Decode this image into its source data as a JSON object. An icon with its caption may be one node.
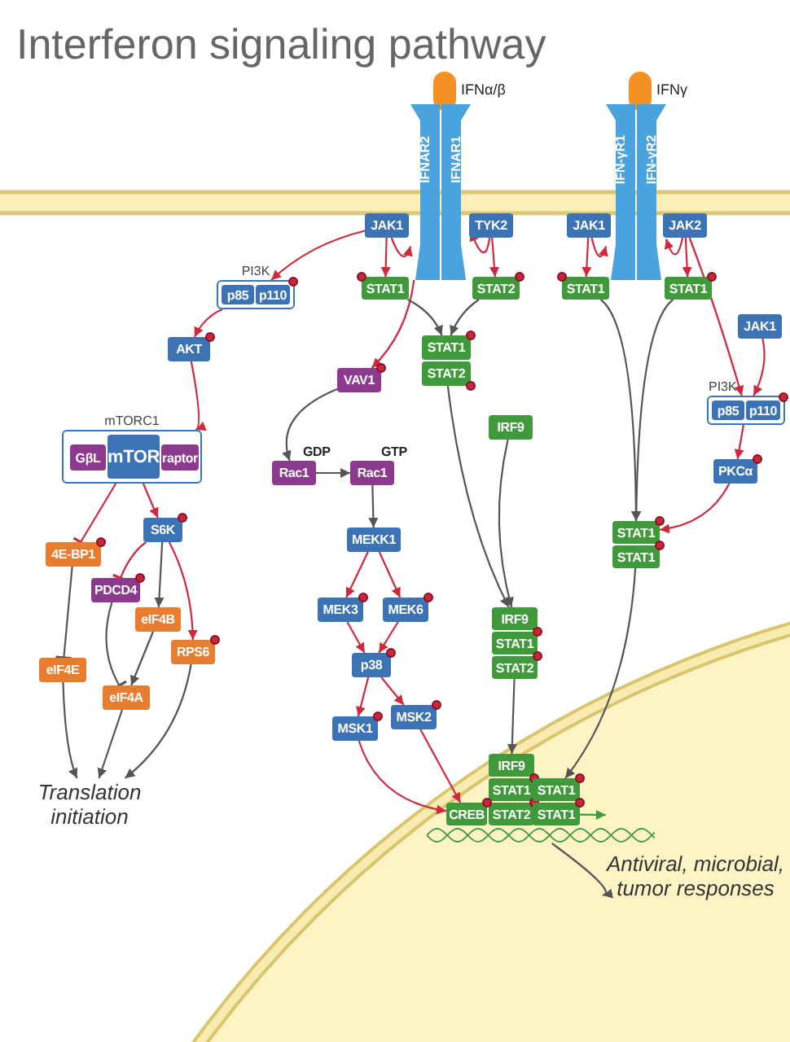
{
  "diagram": {
    "title": "Interferon signaling pathway",
    "nodes": [
      {
        "text": [
          "IFNAR2"
        ]
      },
      {
        "text": [
          "IFNAR1"
        ]
      },
      {
        "text": [
          "IFN-γR1"
        ]
      },
      {
        "text": [
          "IFN-γR2"
        ]
      },
      {
        "text": [
          "JAK1"
        ]
      },
      {
        "text": [
          "TYK2"
        ]
      },
      {
        "text": [
          "STAT1"
        ]
      },
      {
        "text": [
          "STAT2"
        ]
      },
      {
        "text": [
          "JAK1"
        ]
      },
      {
        "text": [
          "JAK2"
        ]
      },
      {
        "text": [
          "STAT1"
        ]
      },
      {
        "text": [
          "STAT1"
        ]
      },
      {
        "text": [
          "PI3K"
        ]
      },
      {
        "text": [
          "p85"
        ],
        "in": 12
      },
      {
        "text": [
          "p110"
        ],
        "in": 12
      },
      {
        "text": [
          "AKT"
        ]
      },
      {
        "text": [
          "mTORC1"
        ]
      },
      {
        "text": [
          "GβL"
        ],
        "in": 16
      },
      {
        "text": [
          "mTOR"
        ],
        "in": 16
      },
      {
        "text": [
          "raptor"
        ],
        "in": 16
      },
      {
        "text": [
          "VAV1"
        ]
      },
      {
        "text": [
          "STAT1"
        ]
      },
      {
        "text": [
          "STAT2"
        ]
      },
      {
        "text": [
          "IRF9"
        ]
      },
      {
        "text": [
          "Rac1"
        ],
        "beside": [
          "GDP"
        ]
      },
      {
        "text": [
          "Rac1"
        ],
        "beside": [
          "GTP"
        ]
      },
      {
        "text": [
          "S6K"
        ]
      },
      {
        "text": [
          "4E-BP1"
        ]
      },
      {
        "text": [
          "PDCD4"
        ]
      },
      {
        "text": [
          "eIF4B"
        ]
      },
      {
        "text": [
          "RPS6"
        ]
      },
      {
        "text": [
          "eIF4E"
        ]
      },
      {
        "text": [
          "eIF4A"
        ]
      },
      {
        "text": [
          "Translation initiation"
        ]
      },
      {
        "text": [
          "MEKK1"
        ]
      },
      {
        "text": [
          "MEK3"
        ]
      },
      {
        "text": [
          "MEK6"
        ]
      },
      {
        "text": [
          "p38"
        ]
      },
      {
        "text": [
          "MSK1"
        ]
      },
      {
        "text": [
          "MSK2"
        ]
      },
      {
        "text": [
          "IRF9"
        ]
      },
      {
        "text": [
          "STAT1"
        ]
      },
      {
        "text": [
          "STAT2"
        ]
      },
      {
        "text": [
          "JAK1"
        ]
      },
      {
        "text": [
          "PI3K"
        ]
      },
      {
        "text": [
          "p85"
        ],
        "in": 44
      },
      {
        "text": [
          "p110"
        ],
        "in": 44
      },
      {
        "text": [
          "PKCα"
        ]
      },
      {
        "text": [
          "STAT1"
        ]
      },
      {
        "text": [
          "STAT1"
        ]
      },
      {
        "text": [
          "IRF9"
        ]
      },
      {
        "text": [
          "STAT1"
        ]
      },
      {
        "text": [
          "STAT2"
        ]
      },
      {
        "text": [
          "STAT1"
        ]
      },
      {
        "text": [
          "STAT1"
        ]
      },
      {
        "text": [
          "CREB"
        ]
      },
      {
        "text": [
          "Antiviral, microbial, tumor responses"
        ]
      },
      {
        "text": [],
        "shape": "helix"
      }
    ],
    "edges": [
      {
        "from": 4,
        "to": 12,
        "arrow": "to"
      },
      {
        "from": 12,
        "to": 15,
        "arrow": "to"
      },
      {
        "from": 15,
        "to": 16,
        "arrow": "to"
      },
      {
        "from": 16,
        "to": 27,
        "arrow": "other"
      },
      {
        "from": 16,
        "to": 26,
        "arrow": "to"
      },
      {
        "from": 26,
        "to": 28,
        "arrow": "other"
      },
      {
        "from": 26,
        "to": 29,
        "arrow": "to",
        "color": "#555555"
      },
      {
        "from": 26,
        "to": 30,
        "arrow": "to"
      },
      {
        "from": 27,
        "to": 31,
        "arrow": "other",
        "color": "#555555"
      },
      {
        "from": 28,
        "to": 32,
        "arrow": "other",
        "color": "#555555"
      },
      {
        "from": 29,
        "to": 32,
        "arrow": "to",
        "color": "#555555"
      },
      {
        "from": 31,
        "to": 33,
        "arrow": "to",
        "color": "#555555"
      },
      {
        "from": 32,
        "to": 33,
        "arrow": "to",
        "color": "#555555"
      },
      {
        "from": 30,
        "to": 33,
        "arrow": "to",
        "color": "#555555"
      },
      {
        "from": 4,
        "to": 0,
        "arrow": "to"
      },
      {
        "from": 4,
        "to": 6,
        "arrow": "to"
      },
      {
        "from": 5,
        "to": 1,
        "arrow": "to"
      },
      {
        "from": 5,
        "to": 7,
        "arrow": "to"
      },
      {
        "from": 8,
        "to": 2,
        "arrow": "to"
      },
      {
        "from": 8,
        "to": 10,
        "arrow": "to"
      },
      {
        "from": 9,
        "to": 3,
        "arrow": "to"
      },
      {
        "from": 9,
        "to": 11,
        "arrow": "to"
      },
      {
        "from": 0,
        "to": 20,
        "arrow": "to"
      },
      {
        "from": 6,
        "to": 21,
        "arrow": "to",
        "color": "#555555"
      },
      {
        "from": 7,
        "to": 21,
        "arrow": "to",
        "color": "#555555"
      },
      {
        "from": 20,
        "to": 24,
        "arrow": "to",
        "color": "#555555"
      },
      {
        "from": 24,
        "to": 25,
        "arrow": "to",
        "color": "#555555"
      },
      {
        "from": 25,
        "to": 34,
        "arrow": "to",
        "color": "#555555"
      },
      {
        "from": 34,
        "to": 35,
        "arrow": "to"
      },
      {
        "from": 34,
        "to": 36,
        "arrow": "to"
      },
      {
        "from": 35,
        "to": 37,
        "arrow": "to"
      },
      {
        "from": 36,
        "to": 37,
        "arrow": "to"
      },
      {
        "from": 37,
        "to": 38,
        "arrow": "to"
      },
      {
        "from": 37,
        "to": 39,
        "arrow": "to"
      },
      {
        "from": 38,
        "to": 55,
        "arrow": "to"
      },
      {
        "from": 39,
        "to": 55,
        "arrow": "to"
      },
      {
        "from": 22,
        "to": 40,
        "arrow": "to",
        "color": "#555555"
      },
      {
        "from": 23,
        "to": 40,
        "arrow": "to",
        "color": "#555555"
      },
      {
        "from": 42,
        "to": 50,
        "arrow": "to",
        "color": "#555555"
      },
      {
        "from": 10,
        "to": 48,
        "arrow": "to",
        "color": "#555555"
      },
      {
        "from": 11,
        "to": 48,
        "arrow": "to",
        "color": "#555555"
      },
      {
        "from": 9,
        "to": 44,
        "arrow": "to"
      },
      {
        "from": 43,
        "to": 44,
        "arrow": "to"
      },
      {
        "from": 44,
        "to": 47,
        "arrow": "to"
      },
      {
        "from": 47,
        "to": 48,
        "arrow": "to"
      },
      {
        "from": 49,
        "to": 53,
        "arrow": "to",
        "color": "#555555"
      },
      {
        "from": 57,
        "to": 56,
        "arrow": "to",
        "color": "#555555"
      },
      {
        "from": 54,
        "to": null,
        "arrow": "to",
        "color": "#409a3c"
      }
    ],
    "labels": [
      "IFNα/β",
      "IFNγ"
    ]
  }
}
